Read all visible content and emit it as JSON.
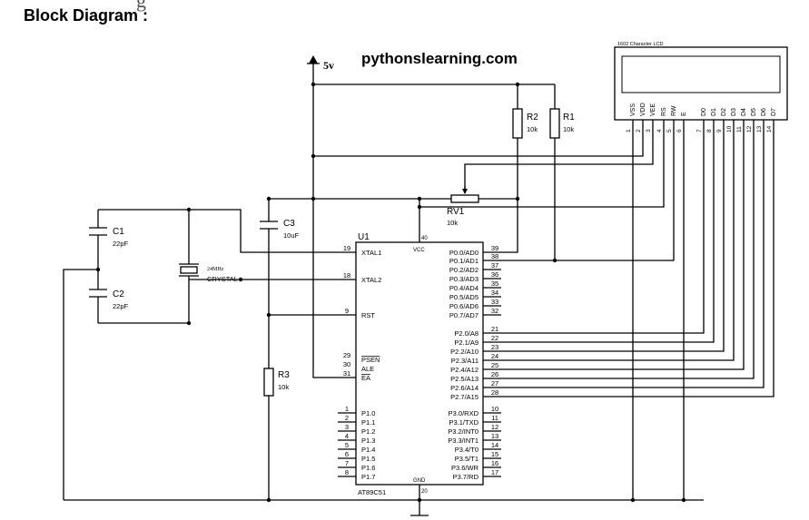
{
  "page": {
    "top_fragment": "g",
    "heading": "Block Diagram :",
    "watermark": "pythonslearning.com"
  },
  "power": {
    "label": "5v"
  },
  "mcu": {
    "ref": "U1",
    "part": "AT89C51",
    "vcc": "VCC",
    "gnd": "GND",
    "left_pins": [
      {
        "num": "19",
        "name": "XTAL1"
      },
      {
        "num": "18",
        "name": "XTAL2"
      },
      {
        "num": "9",
        "name": "RST"
      },
      {
        "num": "29",
        "name": "PSEN"
      },
      {
        "num": "30",
        "name": "ALE"
      },
      {
        "num": "31",
        "name": "EA"
      },
      {
        "num": "1",
        "name": "P1.0"
      },
      {
        "num": "2",
        "name": "P1.1"
      },
      {
        "num": "3",
        "name": "P1.2"
      },
      {
        "num": "4",
        "name": "P1.3"
      },
      {
        "num": "5",
        "name": "P1.4"
      },
      {
        "num": "6",
        "name": "P1.5"
      },
      {
        "num": "7",
        "name": "P1.6"
      },
      {
        "num": "8",
        "name": "P1.7"
      }
    ],
    "right_pins": [
      {
        "num": "39",
        "name": "P0.0/AD0"
      },
      {
        "num": "38",
        "name": "P0.1/AD1"
      },
      {
        "num": "37",
        "name": "P0.2/AD2"
      },
      {
        "num": "36",
        "name": "P0.3/AD3"
      },
      {
        "num": "35",
        "name": "P0.4/AD4"
      },
      {
        "num": "34",
        "name": "P0.5/AD5"
      },
      {
        "num": "33",
        "name": "P0.6/AD6"
      },
      {
        "num": "32",
        "name": "P0.7/AD7"
      },
      {
        "num": "21",
        "name": "P2.0/A8"
      },
      {
        "num": "22",
        "name": "P2.1/A9"
      },
      {
        "num": "23",
        "name": "P2.2/A10"
      },
      {
        "num": "24",
        "name": "P2.3/A11"
      },
      {
        "num": "25",
        "name": "P2.4/A12"
      },
      {
        "num": "26",
        "name": "P2.5/A13"
      },
      {
        "num": "27",
        "name": "P2.6/A14"
      },
      {
        "num": "28",
        "name": "P2.7/A15"
      },
      {
        "num": "10",
        "name": "P3.0/RXD"
      },
      {
        "num": "11",
        "name": "P3.1/TXD"
      },
      {
        "num": "12",
        "name": "P3.2/INT0"
      },
      {
        "num": "13",
        "name": "P3.3/INT1"
      },
      {
        "num": "14",
        "name": "P3.4/T0"
      },
      {
        "num": "15",
        "name": "P3.5/T1"
      },
      {
        "num": "16",
        "name": "P3.6/WR"
      },
      {
        "num": "17",
        "name": "P3.7/RD"
      }
    ],
    "vcc_pin": "40",
    "gnd_pin": "20"
  },
  "components": {
    "c1": {
      "ref": "C1",
      "value": "22pF"
    },
    "c2": {
      "ref": "C2",
      "value": "22pF"
    },
    "c3": {
      "ref": "C3",
      "value": "10uF"
    },
    "crystal": {
      "freq": "24MHz",
      "name": "CRYSTAL"
    },
    "r1": {
      "ref": "R1",
      "value": "10k"
    },
    "r2": {
      "ref": "R2",
      "value": "10k"
    },
    "r3": {
      "ref": "R3",
      "value": "10k"
    },
    "rv1": {
      "ref": "RV1",
      "value": "10k"
    }
  },
  "lcd": {
    "title": "1602 Character LCD",
    "pins": [
      {
        "name": "VSS",
        "num": "1"
      },
      {
        "name": "VDD",
        "num": "2"
      },
      {
        "name": "VEE",
        "num": "3"
      },
      {
        "name": "RS",
        "num": "4"
      },
      {
        "name": "RW",
        "num": "5"
      },
      {
        "name": "E",
        "num": "6"
      },
      {
        "name": "D0",
        "num": "7"
      },
      {
        "name": "D1",
        "num": "8"
      },
      {
        "name": "D2",
        "num": "9"
      },
      {
        "name": "D3",
        "num": "10"
      },
      {
        "name": "D4",
        "num": "11"
      },
      {
        "name": "D5",
        "num": "12"
      },
      {
        "name": "D6",
        "num": "13"
      },
      {
        "name": "D7",
        "num": "14"
      }
    ]
  }
}
